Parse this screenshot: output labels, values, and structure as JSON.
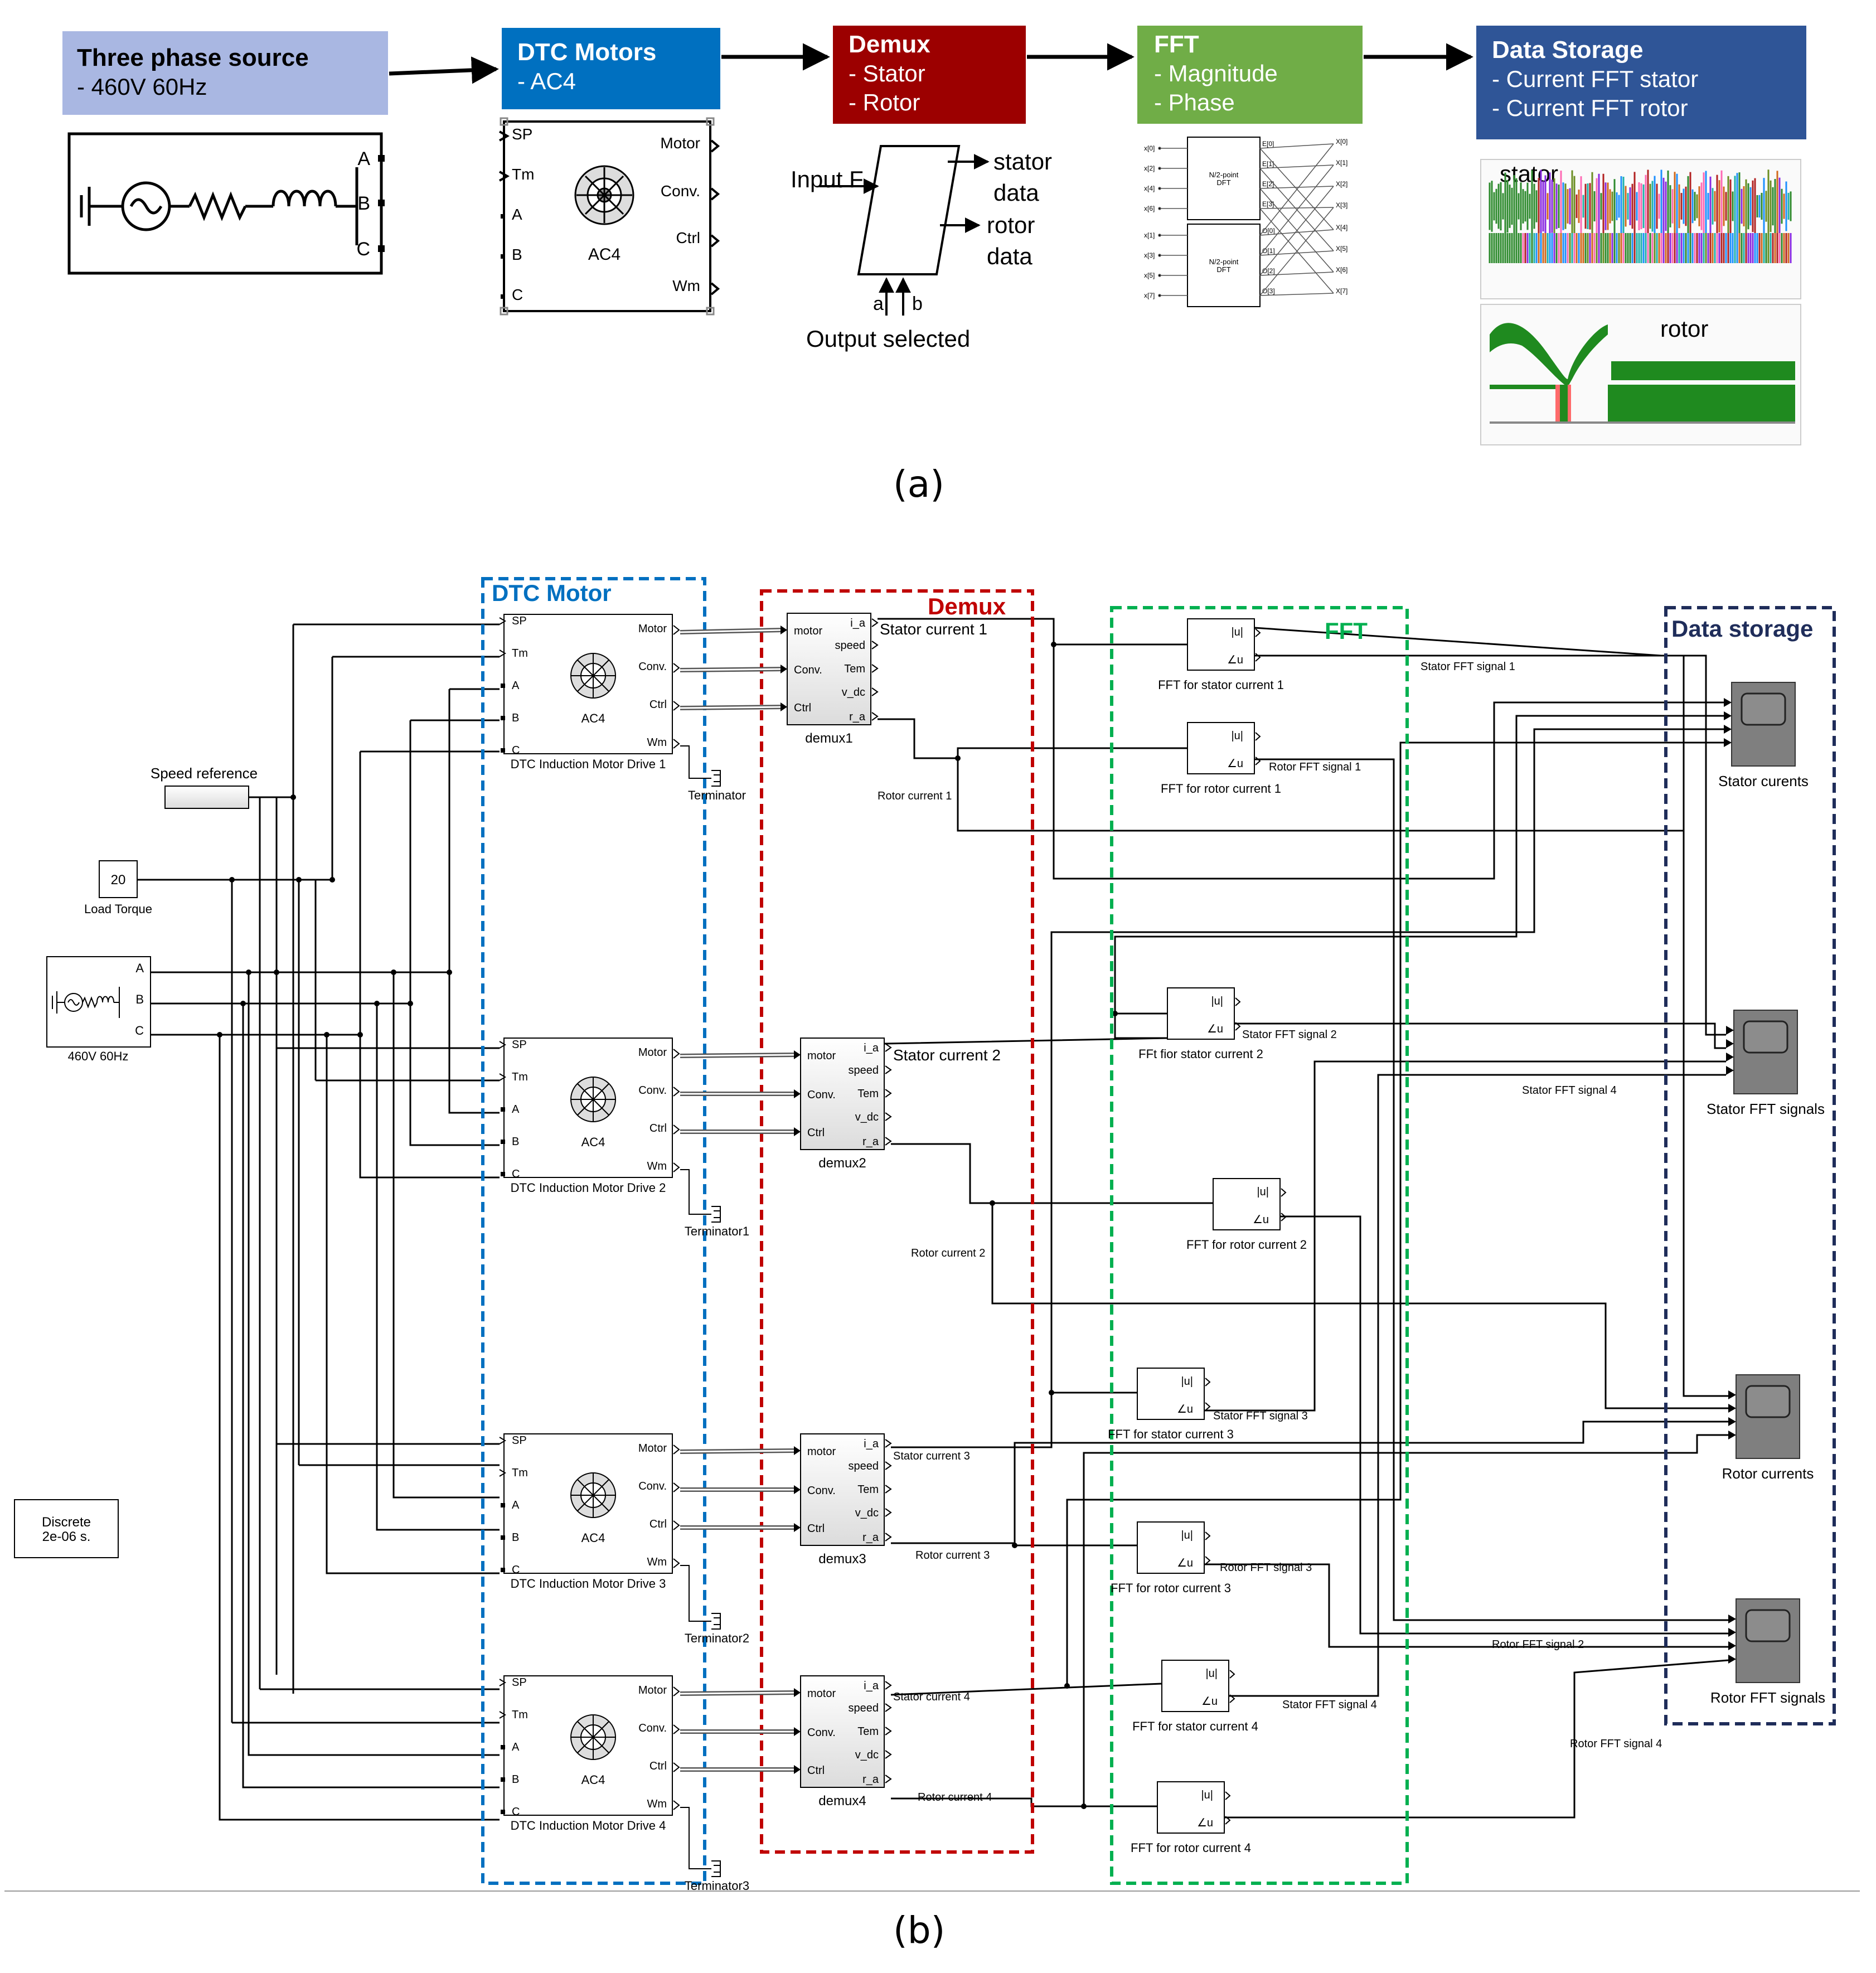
{
  "panel_a": {
    "caption": "(a)",
    "source": {
      "title": "Three phase source",
      "line1": "- 460V 60Hz",
      "ports": [
        "A",
        "B",
        "C"
      ]
    },
    "dtc": {
      "title": "DTC Motors",
      "line1": "- AC4",
      "in_ports": [
        "SP",
        "Tm",
        "A",
        "B",
        "C"
      ],
      "out_ports": [
        "Motor",
        "Conv.",
        "Ctrl",
        "Wm"
      ],
      "label": "AC4"
    },
    "demux": {
      "title": "Demux",
      "line1": "- Stator",
      "line2": "- Rotor",
      "input": "Input F",
      "out1a": "stator",
      "out1b": "data",
      "out2a": "rotor",
      "out2b": "data",
      "sel_a": "a",
      "sel_b": "b",
      "selected": "Output selected"
    },
    "fft": {
      "title": "FFT",
      "line1": "- Magnitude",
      "line2": "- Phase",
      "block_label_1": "N/2-point",
      "block_label_2": "DFT",
      "inputs": [
        "x[0]",
        "x[2]",
        "x[4]",
        "x[6]",
        "x[1]",
        "x[3]",
        "x[5]",
        "x[7]"
      ],
      "even": [
        "E[0]",
        "E[1]",
        "E[2]",
        "E[3]"
      ],
      "odd": [
        "O[0]",
        "O[1]",
        "O[2]",
        "O[3]"
      ],
      "outputs": [
        "X[0]",
        "X[1]",
        "X[2]",
        "X[3]",
        "X[4]",
        "X[5]",
        "X[6]",
        "X[7]"
      ]
    },
    "storage": {
      "title": "Data Storage",
      "line1": "- Current FFT stator",
      "line2": "- Current FFT rotor",
      "plot1": "stator",
      "plot2": "rotor"
    }
  },
  "panel_b": {
    "caption": "(b)",
    "groups": {
      "dtc": "DTC Motor",
      "demux": "Demux",
      "fft": "FFT",
      "storage": "Data storage"
    },
    "speed_ref": "Speed reference",
    "load_value": "20",
    "load_label": "Load Torque",
    "source_label": "460V 60Hz",
    "source_ports": [
      "A",
      "B",
      "C"
    ],
    "solver_l1": "Discrete",
    "solver_l2": "2e-06 s.",
    "drive_in": [
      "SP",
      "Tm",
      "A",
      "B",
      "C"
    ],
    "drive_out": [
      "Motor",
      "Conv.",
      "Ctrl",
      "Wm"
    ],
    "drive_icon": "AC4",
    "demux_in": [
      "motor",
      "Conv.",
      "Ctrl"
    ],
    "demux_out": [
      "i_a",
      "speed",
      "Tem",
      "v_dc",
      "r_a"
    ],
    "fft_mag": "|u|",
    "fft_phase": "∠u",
    "drives": [
      {
        "name": "DTC Induction Motor Drive 1",
        "demux": "demux1",
        "term": "Terminator",
        "stator": "Stator current 1",
        "rotor": "Rotor current 1"
      },
      {
        "name": "DTC Induction Motor Drive 2",
        "demux": "demux2",
        "term": "Terminator1",
        "stator": "Stator current 2",
        "rotor": "Rotor current 2"
      },
      {
        "name": "DTC Induction Motor Drive 3",
        "demux": "demux3",
        "term": "Terminator2",
        "stator": "Stator current 3",
        "rotor": "Rotor current 3"
      },
      {
        "name": "DTC Induction Motor Drive 4",
        "demux": "demux4",
        "term": "Terminator3",
        "stator": "Stator current 4",
        "rotor": "Rotor current 4"
      }
    ],
    "ffts": [
      "FFT for stator current 1",
      "FFT for rotor current 1",
      "FFt fior stator current 2",
      "FFT for rotor current 2",
      "FFT for stator current 3",
      "FFT for rotor current 3",
      "FFT for stator current 4",
      "FFT for rotor current 4"
    ],
    "signals": [
      "Stator FFT signal 1",
      "Rotor FFT signal 1",
      "Stator FFT signal 2",
      "Stator FFT signal 4",
      "Stator FFT signal 3",
      "Rotor FFT signal 3",
      "Rotor FFT signal 2",
      "Stator FFT signal 4",
      "Rotor FFT signal 4"
    ],
    "scopes": [
      "Stator curents",
      "Stator FFT signals",
      "Rotor currents",
      "Rotor FFT signals"
    ]
  }
}
